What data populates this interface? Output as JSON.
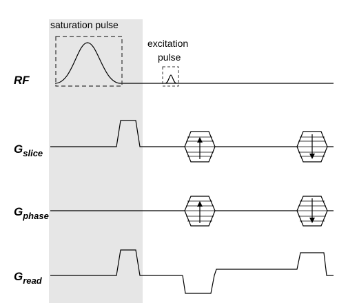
{
  "annotations": {
    "saturation": "saturation pulse",
    "excitation_line1": "excitation",
    "excitation_line2": "pulse"
  },
  "channels": [
    {
      "key": "rf",
      "label": "RF",
      "sub": ""
    },
    {
      "key": "slice",
      "label": "G",
      "sub": "slice"
    },
    {
      "key": "phase",
      "label": "G",
      "sub": "phase"
    },
    {
      "key": "read",
      "label": "G",
      "sub": "read"
    }
  ],
  "colors": {
    "shaded_region": "#e6e6e6",
    "line": "#000000",
    "dashed_box": "#333333"
  }
}
